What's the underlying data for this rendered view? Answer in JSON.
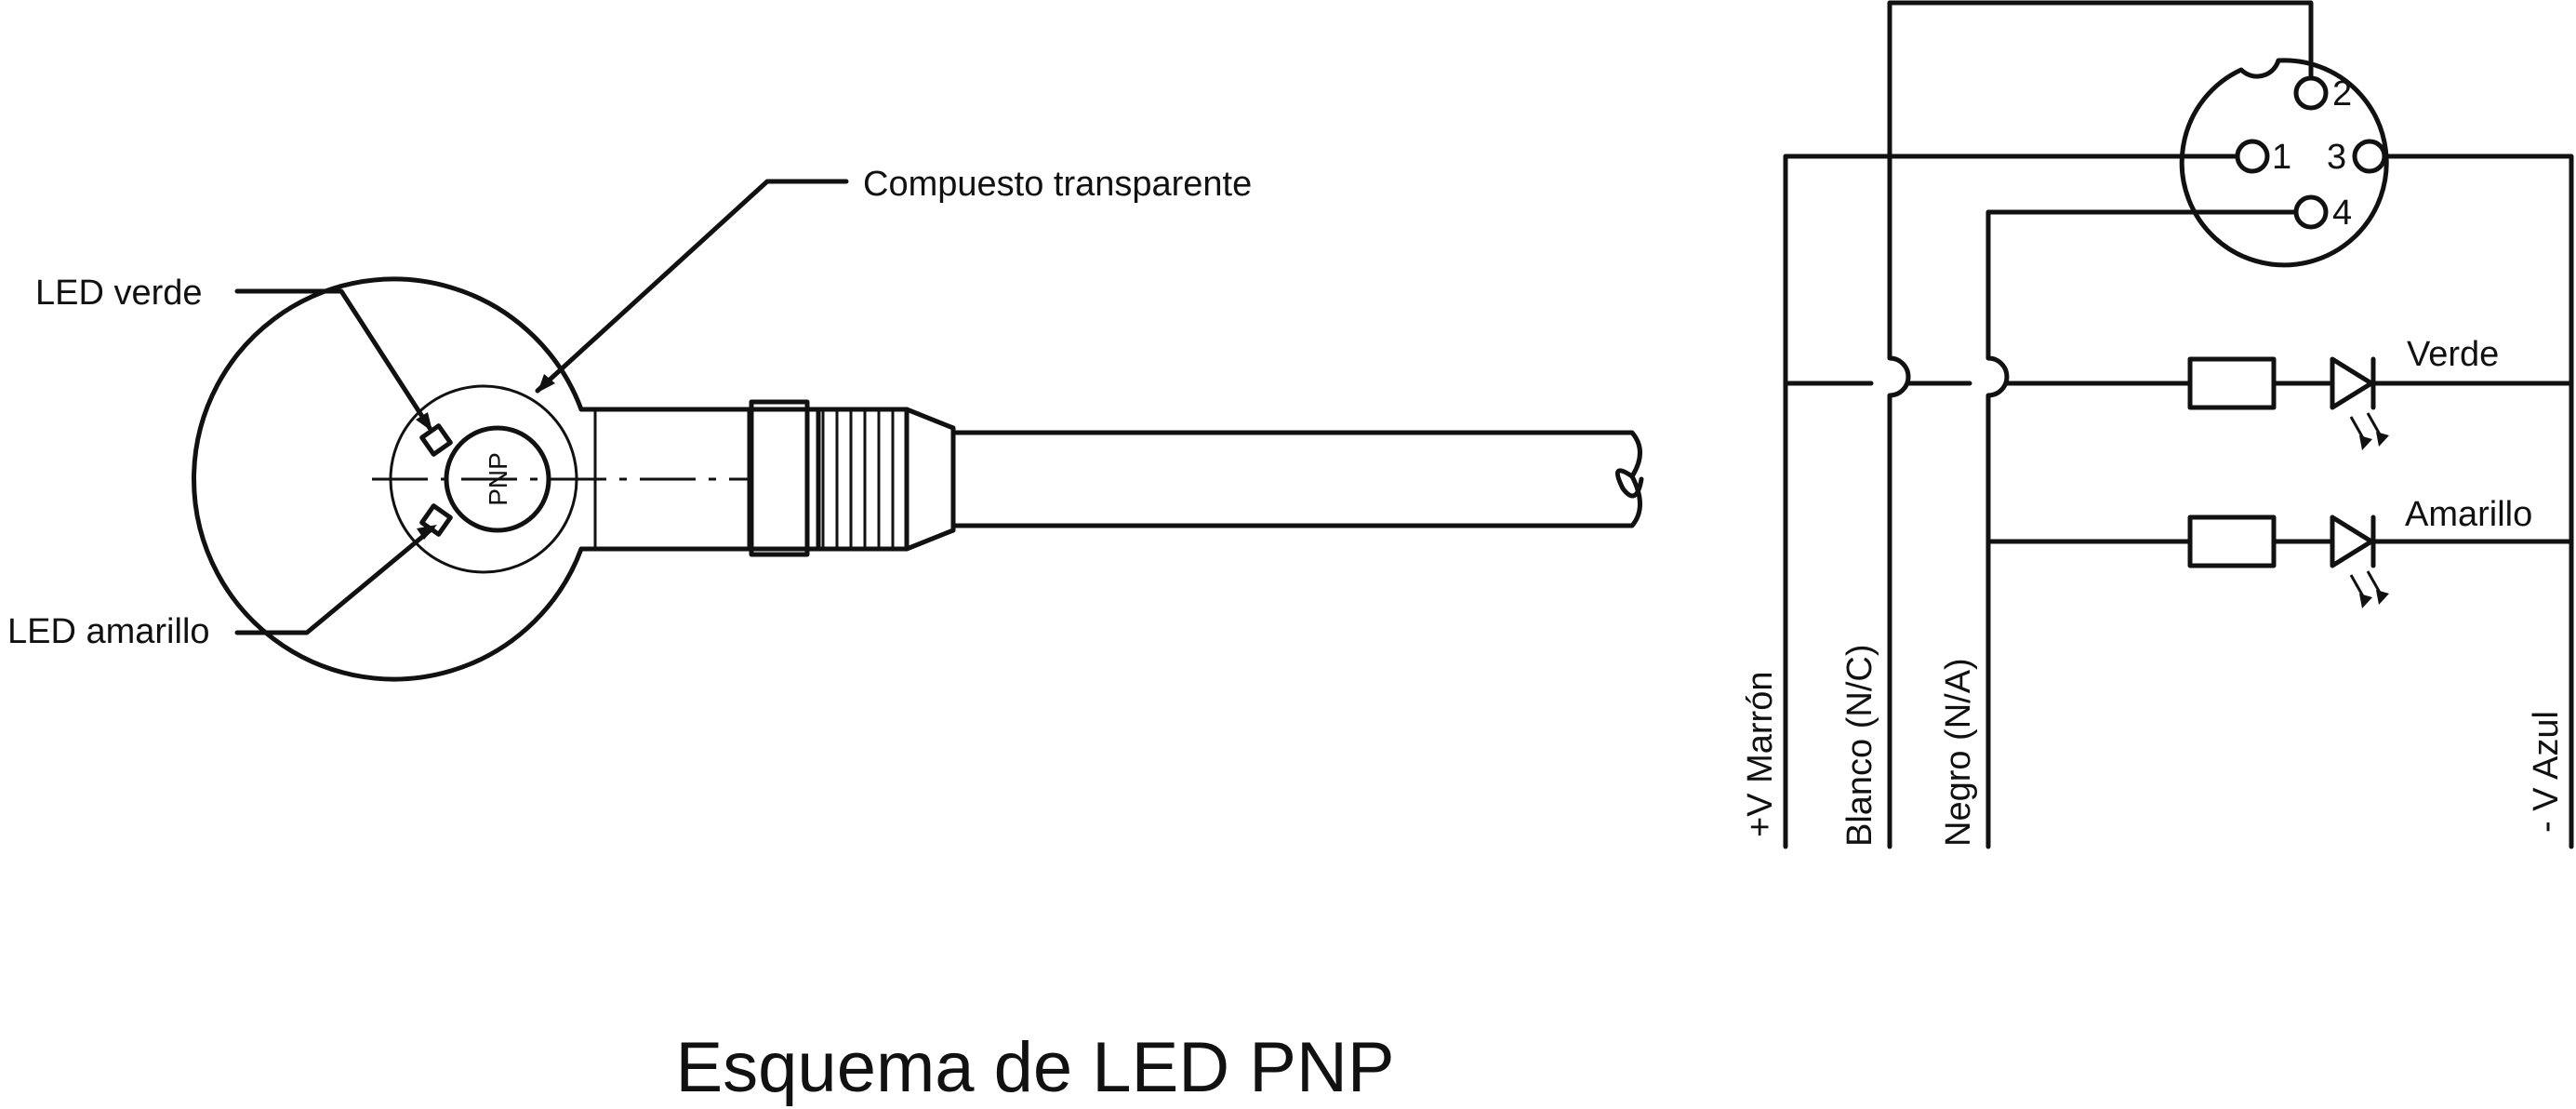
{
  "title": "Esquema de LED PNP",
  "sensor": {
    "marking": "PNP",
    "labels": {
      "transparent_compound": "Compuesto transparente",
      "green_led": "LED verde",
      "yellow_led": "LED amarillo"
    }
  },
  "connector": {
    "pins": [
      "1",
      "2",
      "3",
      "4"
    ]
  },
  "schematic": {
    "leds": [
      "Verde",
      "Amarillo"
    ],
    "wires": [
      "+V Marrón",
      "Blanco (N/C)",
      "Negro (N/A)",
      "- V Azul"
    ]
  }
}
